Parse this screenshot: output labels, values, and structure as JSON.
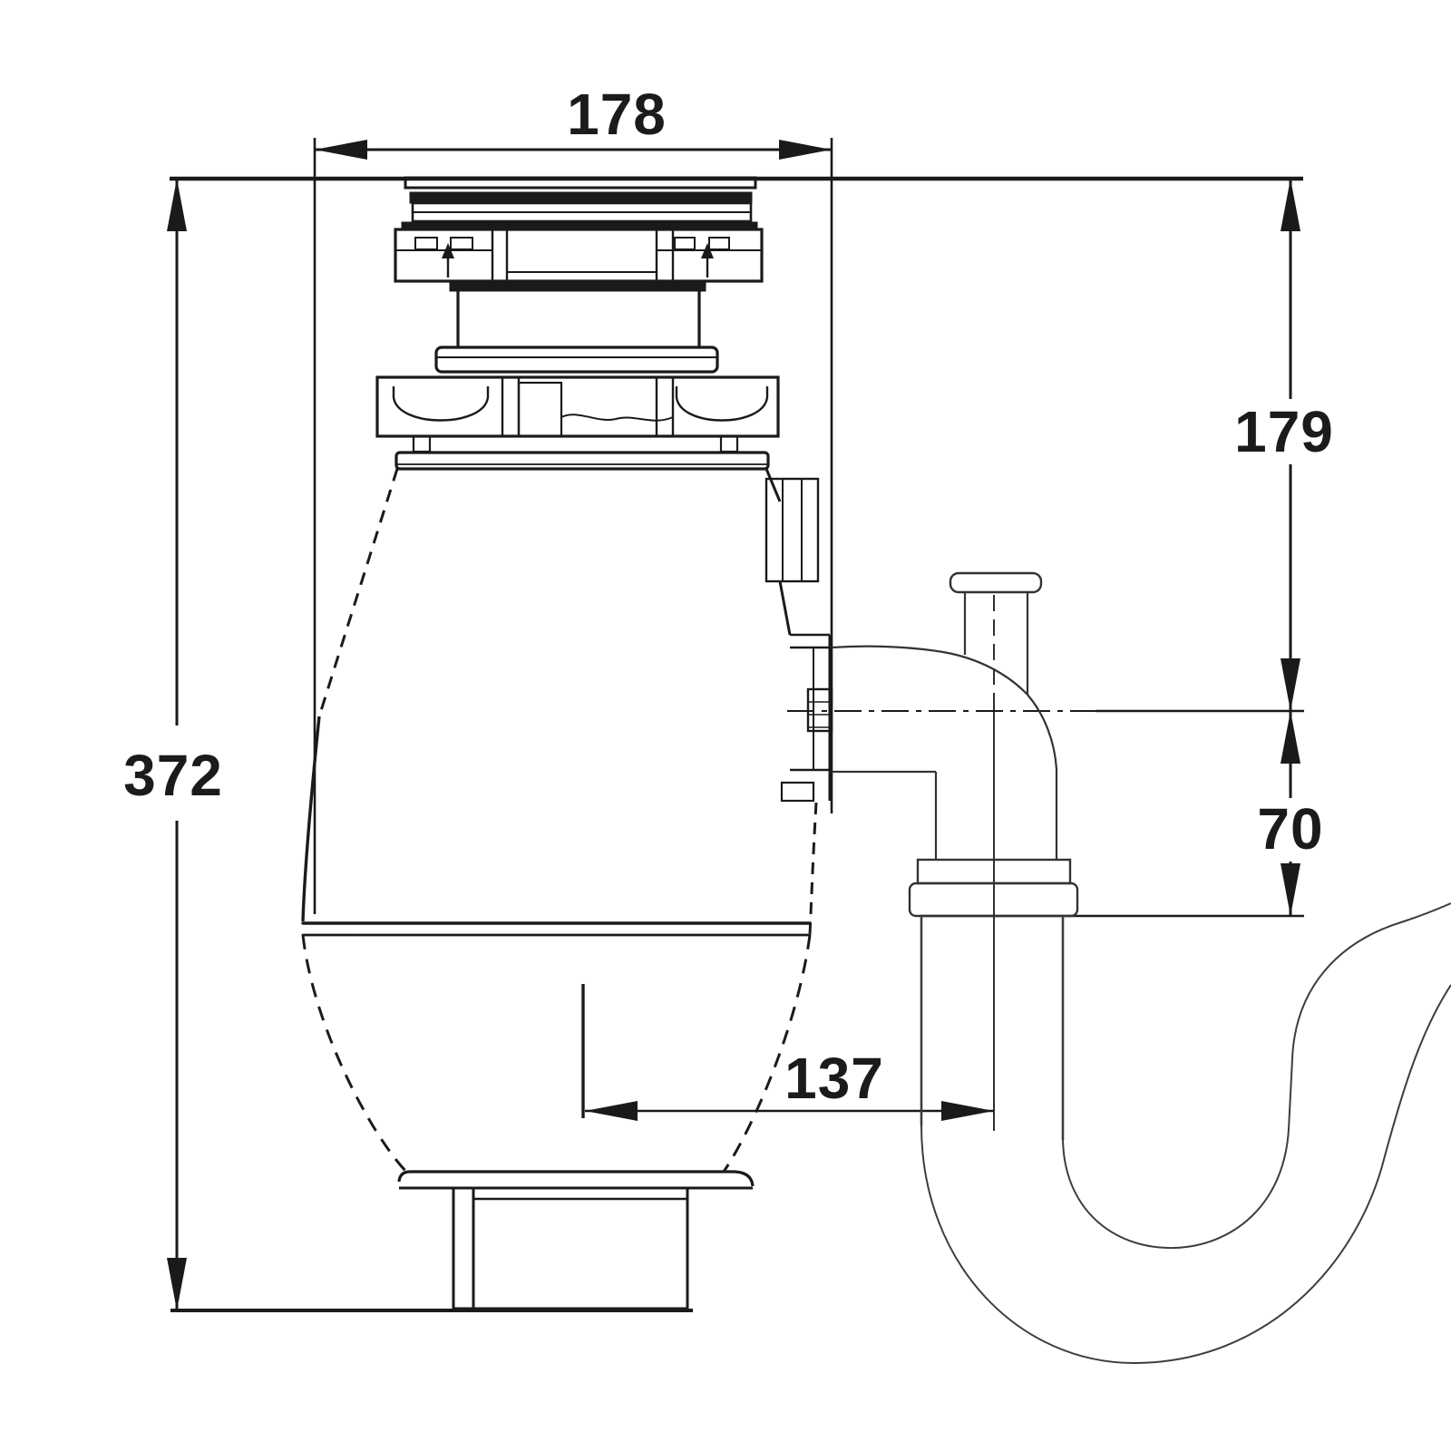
{
  "drawing": {
    "dimensions": {
      "overall_width": "178",
      "overall_height": "372",
      "top_to_outlet_center": "179",
      "outlet_center_to_trap_inlet": "70",
      "unit_axis_to_trap_axis": "137"
    },
    "colors": {
      "line": "#1a1a1a",
      "plumbing_line": "#3d3d3d",
      "background": "#ffffff"
    }
  }
}
